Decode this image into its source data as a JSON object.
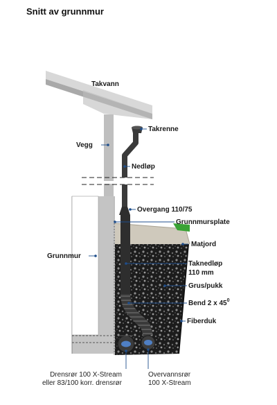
{
  "title": "Snitt av grunnmur",
  "labels": {
    "takvann": "Takvann",
    "takrenne": "Takrenne",
    "vegg": "Vegg",
    "nedlop": "Nedløp",
    "overgang": "Overgang 110/75",
    "grunnmursplate": "Grunnmursplate",
    "matjord": "Matjord",
    "grunnmur": "Grunnmur",
    "taknedlop_1": "Taknedløp",
    "taknedlop_2": "110 mm",
    "grus": "Grus/pukk",
    "bend": "Bend 2 x 45",
    "bend_sup": "0",
    "fiberduk": "Fiberduk",
    "drens_1": "Drensrør 100 X-Stream",
    "drens_2": "eller 83/100 korr. drensrør",
    "overvann_1": "Overvannsrør",
    "overvann_2": "100 X-Stream"
  },
  "colors": {
    "leader": "#1f4e8c",
    "wall": "#bfbfbf",
    "pipe": "#2e2e2e",
    "gravel": "#1c1c1c",
    "topsoil": "#cfc9bc",
    "membrane": "#3aa335"
  }
}
